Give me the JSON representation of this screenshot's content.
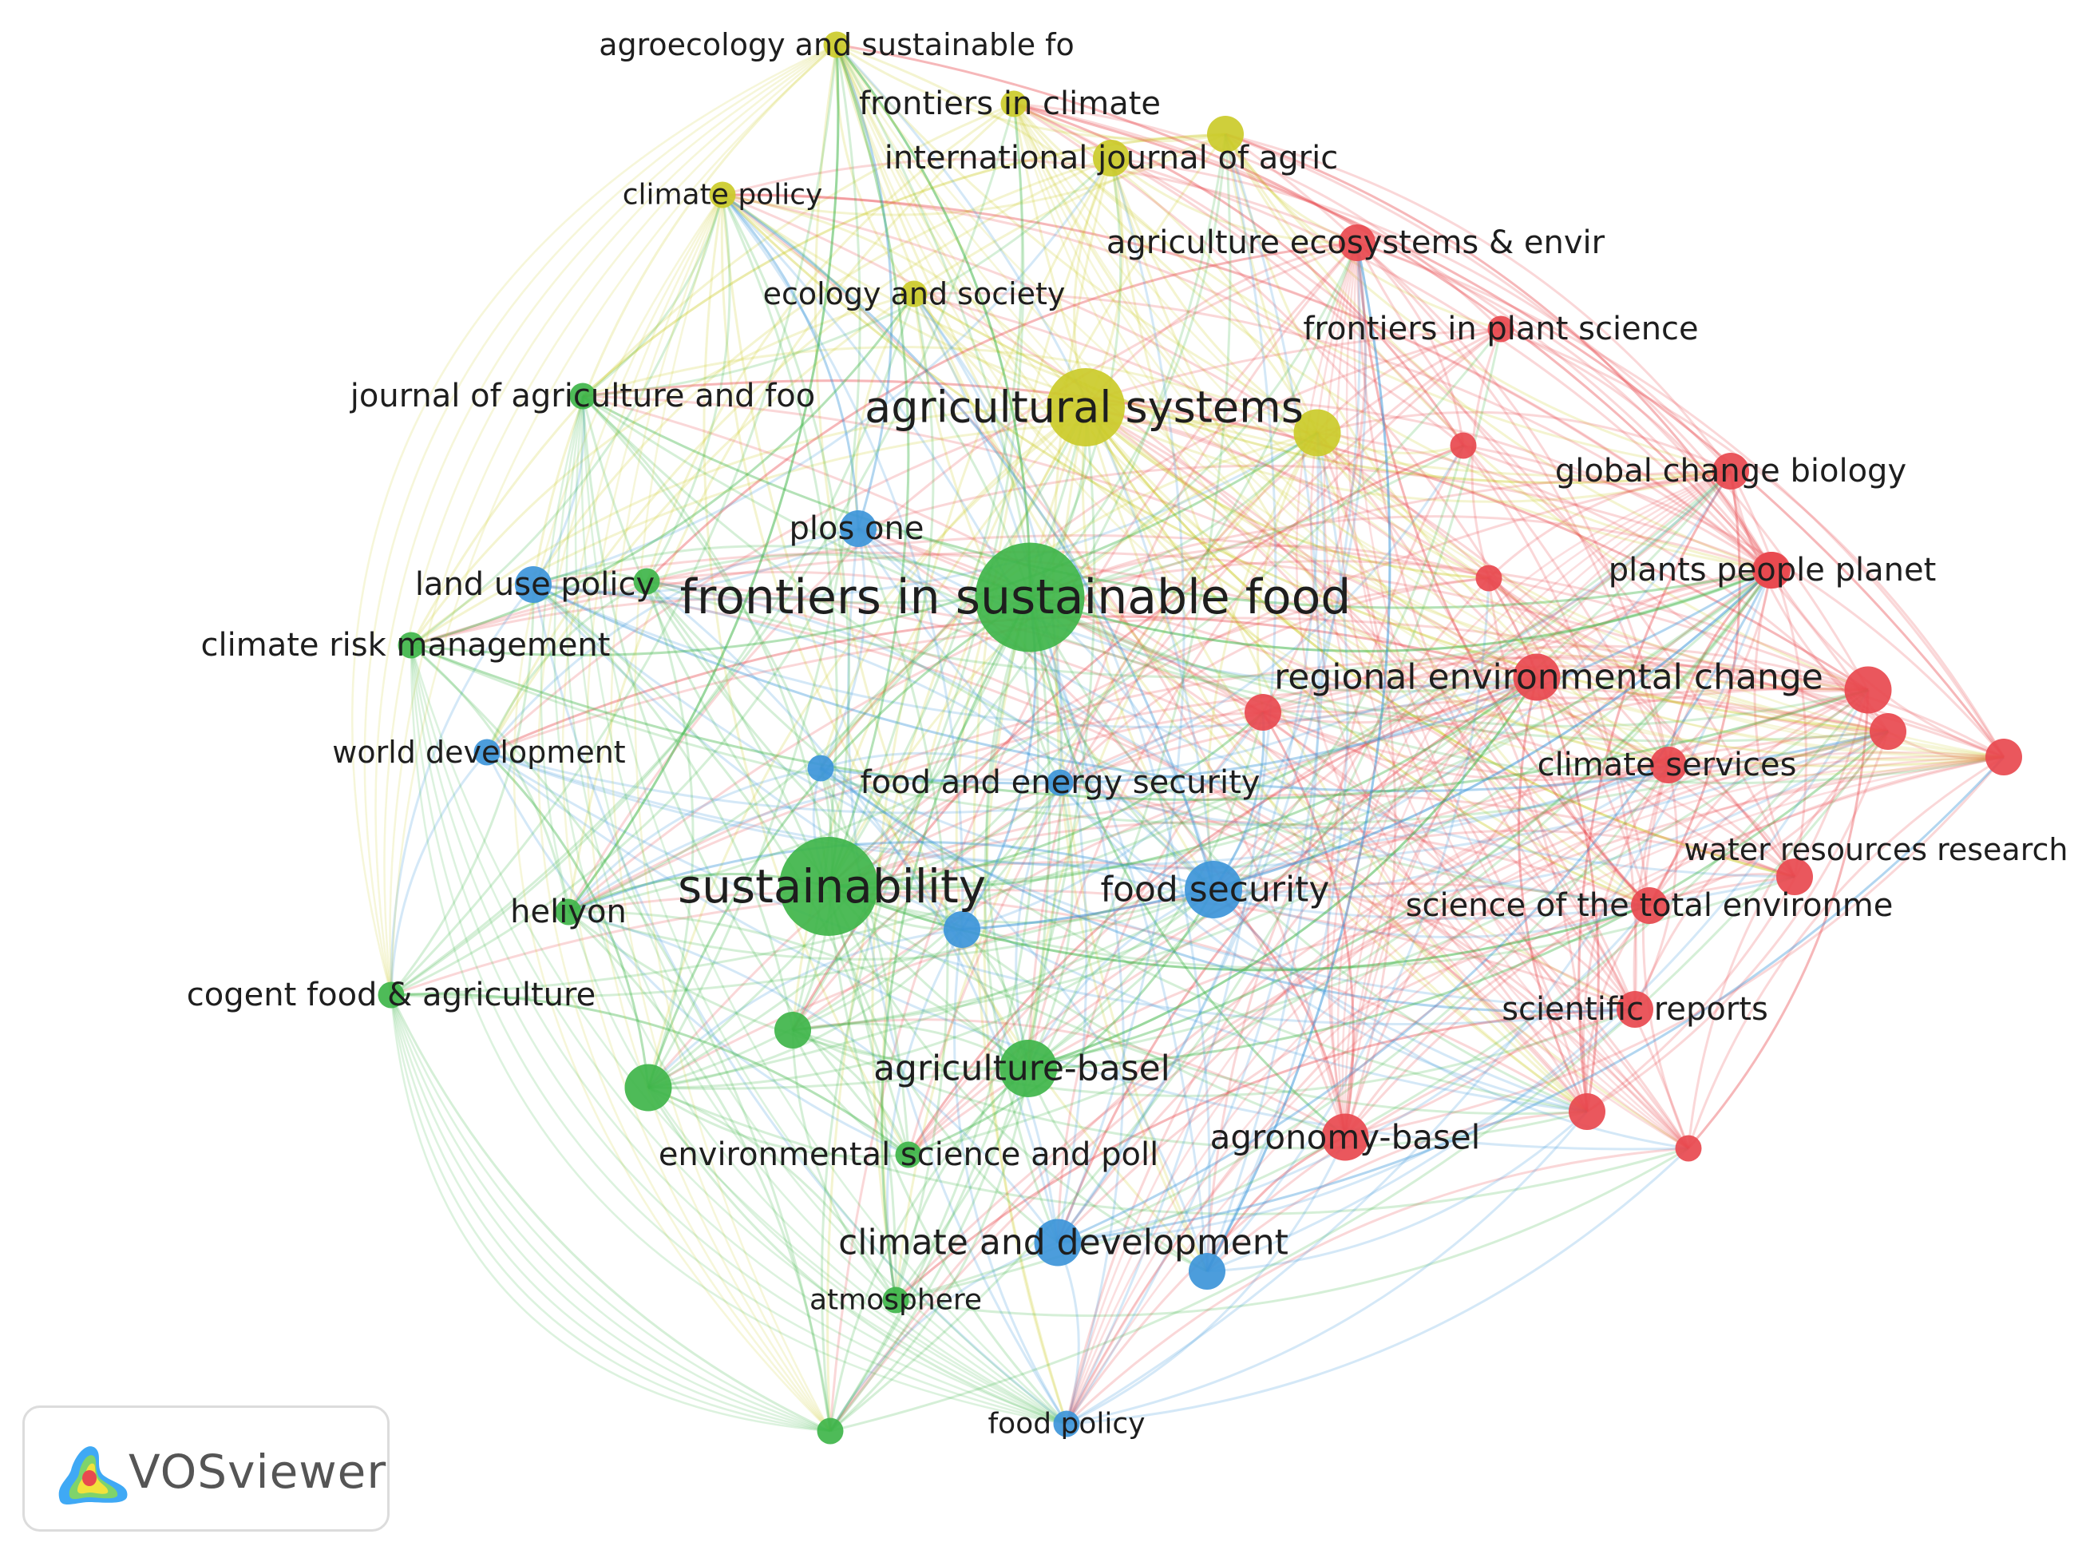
{
  "app": {
    "name": "VOSviewer"
  },
  "colors": {
    "red": "#e8494f",
    "green": "#3fb54a",
    "blue": "#3d95d9",
    "yellow": "#cbcb2a"
  },
  "nodes": [
    {
      "id": "agroecology",
      "label": "agroecology and sustainable fo",
      "cluster": "yellow",
      "weight": 1
    },
    {
      "id": "frontiers_climate",
      "label": "frontiers in climate",
      "cluster": "yellow",
      "weight": 1
    },
    {
      "id": "intl_journal_agric",
      "label": "international journal of agric",
      "cluster": "yellow",
      "weight": 2
    },
    {
      "id": "yellow_dot_a",
      "label": "",
      "cluster": "yellow",
      "weight": 2
    },
    {
      "id": "climate_policy",
      "label": "climate policy",
      "cluster": "yellow",
      "weight": 1
    },
    {
      "id": "ecology_society",
      "label": "ecology and society",
      "cluster": "yellow",
      "weight": 1
    },
    {
      "id": "agricultural_systems",
      "label": "agricultural systems",
      "cluster": "yellow",
      "weight": 6
    },
    {
      "id": "yellow_dot_b",
      "label": "",
      "cluster": "yellow",
      "weight": 3
    },
    {
      "id": "agriculture_ecosystems",
      "label": "agriculture ecosystems & envir",
      "cluster": "red",
      "weight": 2
    },
    {
      "id": "frontiers_plant",
      "label": "frontiers in plant science",
      "cluster": "red",
      "weight": 1
    },
    {
      "id": "red_dot_a",
      "label": "",
      "cluster": "red",
      "weight": 1
    },
    {
      "id": "global_change",
      "label": "global change biology",
      "cluster": "red",
      "weight": 2
    },
    {
      "id": "red_dot_b",
      "label": "",
      "cluster": "red",
      "weight": 2
    },
    {
      "id": "red_dot_c",
      "label": "",
      "cluster": "red",
      "weight": 1
    },
    {
      "id": "plants_people",
      "label": "plants people planet",
      "cluster": "red",
      "weight": 2
    },
    {
      "id": "regional_env",
      "label": "regional environmental change",
      "cluster": "red",
      "weight": 3
    },
    {
      "id": "red_dot_d",
      "label": "",
      "cluster": "red",
      "weight": 3
    },
    {
      "id": "red_dot_e",
      "label": "",
      "cluster": "red",
      "weight": 2
    },
    {
      "id": "red_dot_f",
      "label": "",
      "cluster": "red",
      "weight": 2
    },
    {
      "id": "red_dot_g",
      "label": "",
      "cluster": "red",
      "weight": 2
    },
    {
      "id": "climate_services",
      "label": "climate services",
      "cluster": "red",
      "weight": 2
    },
    {
      "id": "water_resources",
      "label": "water resources research",
      "cluster": "red",
      "weight": 2
    },
    {
      "id": "science_total_env",
      "label": "science of the total environme",
      "cluster": "red",
      "weight": 2
    },
    {
      "id": "scientific_reports",
      "label": "scientific reports",
      "cluster": "red",
      "weight": 2
    },
    {
      "id": "red_dot_h",
      "label": "",
      "cluster": "red",
      "weight": 2
    },
    {
      "id": "red_dot_i",
      "label": "",
      "cluster": "red",
      "weight": 1
    },
    {
      "id": "agronomy_basel",
      "label": "agronomy-basel",
      "cluster": "red",
      "weight": 3
    },
    {
      "id": "journal_agri_food",
      "label": "journal of agriculture and foo",
      "cluster": "green",
      "weight": 1
    },
    {
      "id": "land_use_policy",
      "label": "land use policy",
      "cluster": "blue",
      "weight": 2
    },
    {
      "id": "green_dot_a",
      "label": "",
      "cluster": "green",
      "weight": 1
    },
    {
      "id": "plos_one",
      "label": "plos one",
      "cluster": "blue",
      "weight": 2
    },
    {
      "id": "frontiers_sust_food",
      "label": "frontiers in sustainable food",
      "cluster": "green",
      "weight": 9
    },
    {
      "id": "climate_risk",
      "label": "climate risk management",
      "cluster": "green",
      "weight": 1
    },
    {
      "id": "world_development",
      "label": "world development",
      "cluster": "blue",
      "weight": 1
    },
    {
      "id": "blue_dot_a",
      "label": "",
      "cluster": "blue",
      "weight": 1
    },
    {
      "id": "food_energy_security",
      "label": "food and energy security",
      "cluster": "blue",
      "weight": 1
    },
    {
      "id": "sustainability",
      "label": "sustainability",
      "cluster": "green",
      "weight": 8
    },
    {
      "id": "food_security",
      "label": "food security",
      "cluster": "blue",
      "weight": 4
    },
    {
      "id": "blue_dot_b",
      "label": "",
      "cluster": "blue",
      "weight": 2
    },
    {
      "id": "heliyon",
      "label": "heliyon",
      "cluster": "green",
      "weight": 1
    },
    {
      "id": "cogent_food",
      "label": "cogent food & agriculture",
      "cluster": "green",
      "weight": 1
    },
    {
      "id": "green_dot_b",
      "label": "",
      "cluster": "green",
      "weight": 2
    },
    {
      "id": "green_dot_c",
      "label": "",
      "cluster": "green",
      "weight": 3
    },
    {
      "id": "agriculture_basel",
      "label": "agriculture-basel",
      "cluster": "green",
      "weight": 4
    },
    {
      "id": "env_science_poll",
      "label": "environmental science and poll",
      "cluster": "green",
      "weight": 1
    },
    {
      "id": "climate_development",
      "label": "climate and development",
      "cluster": "blue",
      "weight": 3
    },
    {
      "id": "blue_dot_c",
      "label": "",
      "cluster": "blue",
      "weight": 2
    },
    {
      "id": "atmosphere",
      "label": "atmosphere",
      "cluster": "green",
      "weight": 1
    },
    {
      "id": "food_policy",
      "label": "food policy",
      "cluster": "blue",
      "weight": 1
    },
    {
      "id": "green_dot_d",
      "label": "",
      "cluster": "green",
      "weight": 1
    }
  ]
}
